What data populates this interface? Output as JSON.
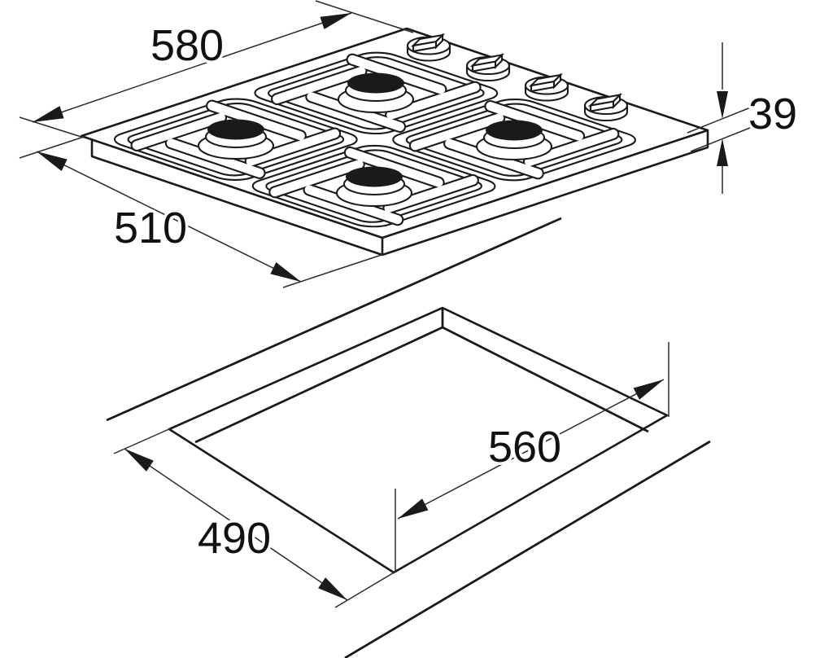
{
  "colors": {
    "background": "#ffffff",
    "line": "#1a1a1a",
    "dimension_line": "#2b2b2b",
    "text": "#111111"
  },
  "diagram": {
    "kind": "gas-hob-installation-drawing",
    "hob_view": {
      "burner_count": 4,
      "knob_count": 4,
      "dims": {
        "width": {
          "value": "580"
        },
        "depth": {
          "value": "510"
        },
        "height": {
          "value": "39"
        }
      }
    },
    "cutout_view": {
      "dims": {
        "width": {
          "value": "560"
        },
        "depth": {
          "value": "490"
        }
      }
    }
  }
}
